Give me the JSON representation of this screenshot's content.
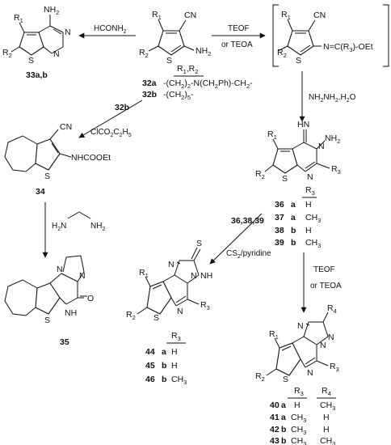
{
  "compounds": {
    "c33": "33a,b",
    "c32a": "32a",
    "c32b": "32b",
    "c34": "34",
    "c35": "35",
    "c36": "36",
    "c37": "37",
    "c38": "38",
    "c39": "39",
    "c40": "40",
    "c41": "41",
    "c42": "42",
    "c43": "43",
    "c44": "44",
    "c45": "45",
    "c46": "46"
  },
  "substituents": {
    "r1": "R",
    "r1_sub": "1",
    "r2": "R",
    "r2_sub": "2",
    "r3": "R",
    "r3_sub": "3",
    "r4": "R",
    "r4_sub": "4",
    "cn": "CN",
    "nh2": "NH",
    "nh2_sub": "2",
    "nh": "NH",
    "hn": "HN",
    "s": "S",
    "n": "N",
    "o": "O",
    "imine_chain": "N=C(R",
    "imine_chain_2": ")-OEt",
    "nhcooet": "NHCOOEt",
    "r1r2_header": "R",
    "r1r2_header_sub1": "1",
    "r1r2_header_mid": ",R",
    "r1r2_header_sub2": "2",
    "def_32a": "-(CH",
    "def_32a_sub": "2",
    "def_32a_rest": ")",
    "def_32a_sub2": "2",
    "def_32a_rest2": "-N(CH",
    "def_32a_sub3": "2",
    "def_32a_rest3": "Ph)-CH",
    "def_32a_sub4": "2",
    "def_32a_rest4": "-",
    "def_32b": "-(CH",
    "def_32b_sub": "2",
    "def_32b_rest": ")",
    "def_32b_sub2": "5",
    "def_32b_rest2": "-"
  },
  "reagents": {
    "hconh2": "HCONH",
    "hconh2_sub": "2",
    "teof": "TEOF",
    "or_teoa": "or  TEOA",
    "hydrazine": "NH",
    "hydrazine_sub": "2",
    "hydrazine_mid": "NH",
    "hydrazine_sub2": "2",
    "hydrazine_end": ".H",
    "hydrazine_sub3": "2",
    "hydrazine_tail": "O",
    "label_32b": "32b",
    "chloroformate": "ClCO",
    "chloroformate_sub": "2",
    "chloroformate_rest": "C",
    "chloroformate_sub2": "2",
    "chloroformate_rest2": "H",
    "chloroformate_sub3": "5",
    "ethylenediamine_left": "H",
    "ethylenediamine_left_sub": "2",
    "ethylenediamine_left_rest": "N",
    "ethylenediamine_right": "NH",
    "ethylenediamine_right_sub": "2",
    "label_363839": "36,38,39",
    "cs2": "CS",
    "cs2_sub": "2",
    "cs2_rest": "/pyridine",
    "teof2": "TEOF",
    "or_teoa2": "or  TEOA"
  },
  "tables": {
    "t36_header": "R",
    "t36_header_sub": "3",
    "t36_rows": [
      {
        "cmpd": "36",
        "letter": "a",
        "r3": "H"
      },
      {
        "cmpd": "37",
        "letter": "a",
        "r3": "CH3"
      },
      {
        "cmpd": "38",
        "letter": "b",
        "r3": "H"
      },
      {
        "cmpd": "39",
        "letter": "b",
        "r3": "CH3"
      }
    ],
    "t44_header": "R",
    "t44_header_sub": "3",
    "t44_rows": [
      {
        "cmpd": "44",
        "letter": "a",
        "r3": "H"
      },
      {
        "cmpd": "45",
        "letter": "b",
        "r3": "H"
      },
      {
        "cmpd": "46",
        "letter": "b",
        "r3": "CH3"
      }
    ],
    "t40_header_r3": "R",
    "t40_header_r3_sub": "3",
    "t40_header_r4": "R",
    "t40_header_r4_sub": "4",
    "t40_rows": [
      {
        "cmpd": "40",
        "letter": "a",
        "r3": "H",
        "r4": "CH3"
      },
      {
        "cmpd": "41",
        "letter": "a",
        "r3": "CH3",
        "r4": "H"
      },
      {
        "cmpd": "42",
        "letter": "b",
        "r3": "CH3",
        "r4": "H"
      },
      {
        "cmpd": "43",
        "letter": "b",
        "r3": "CH3",
        "r4": "CH3"
      }
    ],
    "letters": {
      "a": "a",
      "b": "b"
    },
    "h": "H",
    "ch": "CH",
    "ch_sub": "3"
  }
}
